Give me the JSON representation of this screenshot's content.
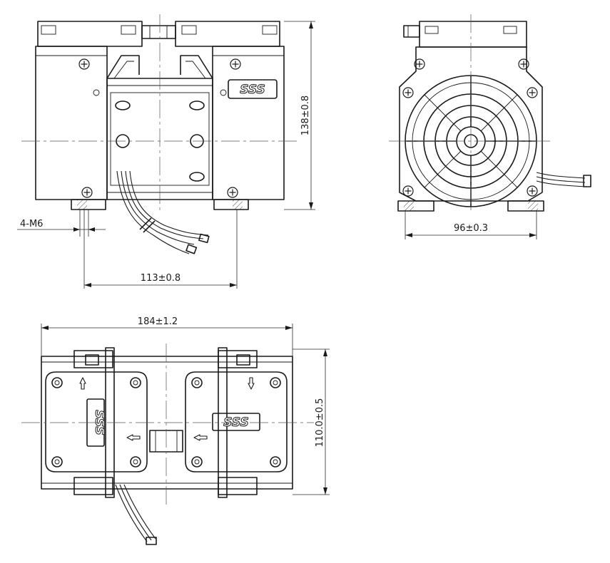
{
  "dimensions": {
    "front_height": "138±0.8",
    "thread_callout": "4-M6",
    "front_hole_spacing": "113±0.8",
    "side_foot_spacing": "96±0.3",
    "top_length": "184±1.2",
    "top_width": "110.0±0.5"
  },
  "logo": {
    "front": "SSS",
    "top_left": "SSS",
    "top_right": "SSS"
  }
}
